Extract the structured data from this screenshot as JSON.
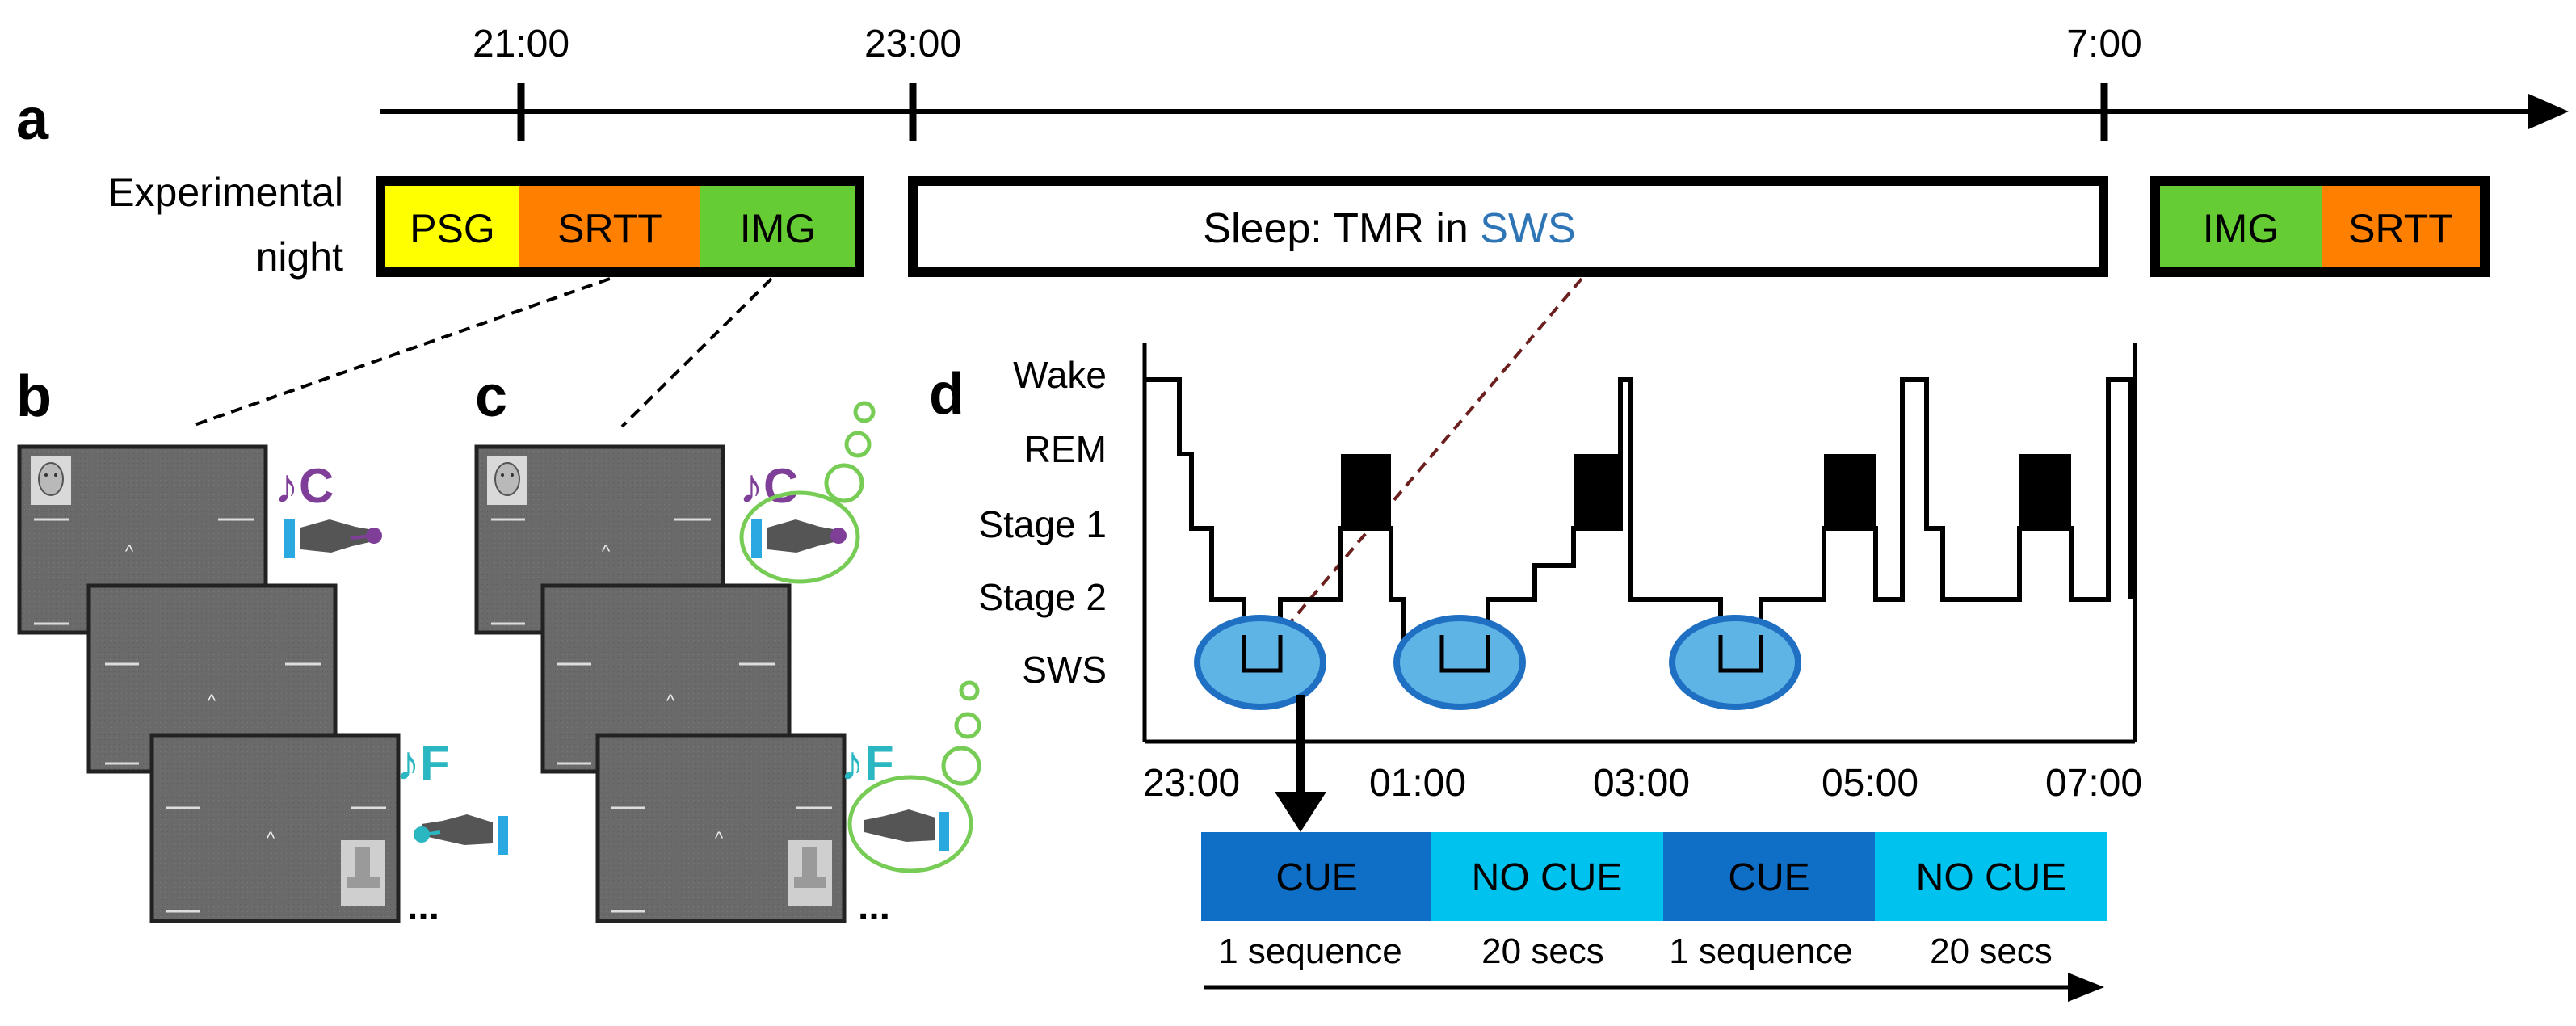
{
  "panels": {
    "a": "a",
    "b": "b",
    "c": "c",
    "d": "d"
  },
  "timeline": {
    "ticks": [
      "21:00",
      "23:00",
      "7:00"
    ]
  },
  "experimental_night": {
    "label_line1": "Experimental",
    "label_line2": "night",
    "pre_blocks": [
      {
        "label": "PSG",
        "color": "#ffff00"
      },
      {
        "label": "SRTT",
        "color": "#ff7f00"
      },
      {
        "label": "IMG",
        "color": "#66cc33"
      }
    ],
    "sleep_prefix": "Sleep: TMR in ",
    "sleep_highlight": "SWS",
    "sleep_highlight_color": "#2e75b6",
    "post_blocks": [
      {
        "label": "IMG",
        "color": "#66cc33"
      },
      {
        "label": "SRTT",
        "color": "#ff7f00"
      }
    ]
  },
  "panel_b": {
    "cue1": "♪C",
    "cue1_color": "#7f3f98",
    "cue2": "♪F",
    "cue2_color": "#2ab7c1",
    "ellipsis": "..."
  },
  "panel_c": {
    "cue1": "♪C",
    "cue1_color": "#7f3f98",
    "cue2": "♪F",
    "cue2_color": "#2ab7c1",
    "ellipsis": "...",
    "thought_color": "#77cc55"
  },
  "screen": {
    "caret": "^"
  },
  "hypnogram": {
    "stages": [
      "Wake",
      "REM",
      "Stage 1",
      "Stage 2",
      "SWS"
    ],
    "x_ticks": [
      "23:00",
      "01:00",
      "03:00",
      "05:00",
      "07:00"
    ],
    "sws_marker_color": "#5fb4e6",
    "sws_ring_color": "#1f6fc2"
  },
  "cue_bar": {
    "blocks": [
      {
        "label": "CUE",
        "color": "#0f6fc6",
        "duration": "1 sequence"
      },
      {
        "label": "NO CUE",
        "color": "#00c2ef",
        "duration": "20 secs"
      },
      {
        "label": "CUE",
        "color": "#0f6fc6",
        "duration": "1 sequence"
      },
      {
        "label": "NO CUE",
        "color": "#00c2ef",
        "duration": "20 secs"
      }
    ]
  }
}
